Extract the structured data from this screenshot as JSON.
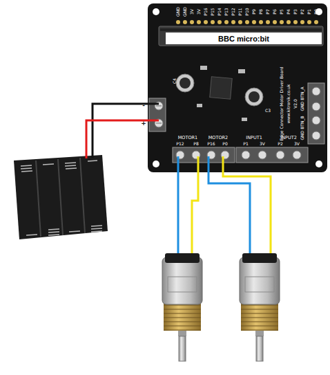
{
  "diagram": {
    "nodes": [
      {
        "text": [
          "BBC micro:bit"
        ]
      }
    ],
    "labels": [
      "GND",
      "GND",
      "3V",
      "3V",
      "P16",
      "P15",
      "P14",
      "P13",
      "P12",
      "P11",
      "P10",
      "P9",
      "P8",
      "P7",
      "P6",
      "P5",
      "P4",
      "P3",
      "P2",
      "P1",
      "P0",
      "C4",
      "C3",
      "MOTOR1",
      "MOTOR2",
      "INPUT1",
      "INPUT2",
      "P12",
      "P8",
      "P16",
      "P0",
      "P1",
      "3V",
      "P2",
      "3V",
      "GND BTN_A",
      "GND BTN_B",
      "+",
      "-",
      "Edge Connector Motor Driver Board",
      "www.kitronik.co.uk",
      "V2.0"
    ]
  }
}
